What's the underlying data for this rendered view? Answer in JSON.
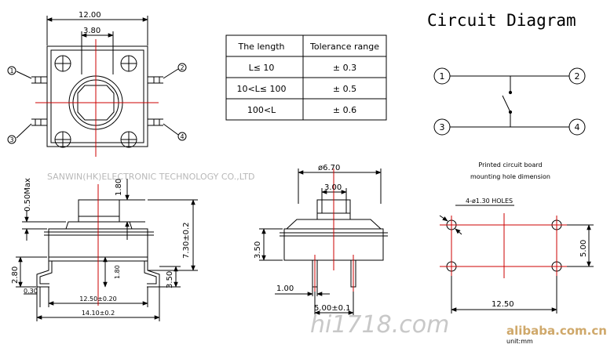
{
  "title": "Circuit Diagram",
  "table": {
    "headers": [
      "The length",
      "Tolerance range"
    ],
    "rows": [
      [
        "L≤ 10",
        "± 0.3"
      ],
      [
        "10<L≤ 100",
        "± 0.5"
      ],
      [
        "100<L",
        "± 0.6"
      ]
    ]
  },
  "pins": [
    "1",
    "2",
    "3",
    "4"
  ],
  "top_view": {
    "width": "12.00",
    "inner": "3.80"
  },
  "side_view": {
    "max_label": "0.50Max",
    "actuator": "1.80",
    "height": "7.30±0.2",
    "base": "2.80",
    "lead_offset": "0.30",
    "lead_height": "1.80",
    "lead_bend": "3.50",
    "pitch": "12.50±0.20",
    "overall": "14.10±0.2"
  },
  "front_view": {
    "diameter": "ø6.70",
    "stem": "3.00",
    "body_height": "3.50",
    "lead": "1.00",
    "pitch": "5.00±0.1"
  },
  "pcb": {
    "title_line1": "Printed circuit board",
    "title_line2": "mounting hole dimension",
    "holes": "4-ø1.30 HOLES",
    "pitch_y": "5.00",
    "pitch_x": "12.50",
    "unit": "unit:mm"
  },
  "watermarks": {
    "company": "SANWIN(HK)ELECTRONIC TECHNOLOGY CO.,LTD",
    "site": "hi1718.com",
    "alibaba": "alibaba.com.cn"
  },
  "colors": {
    "line": "#000000",
    "centerline": "#cc0000",
    "watermark": "#b8b8b8"
  }
}
